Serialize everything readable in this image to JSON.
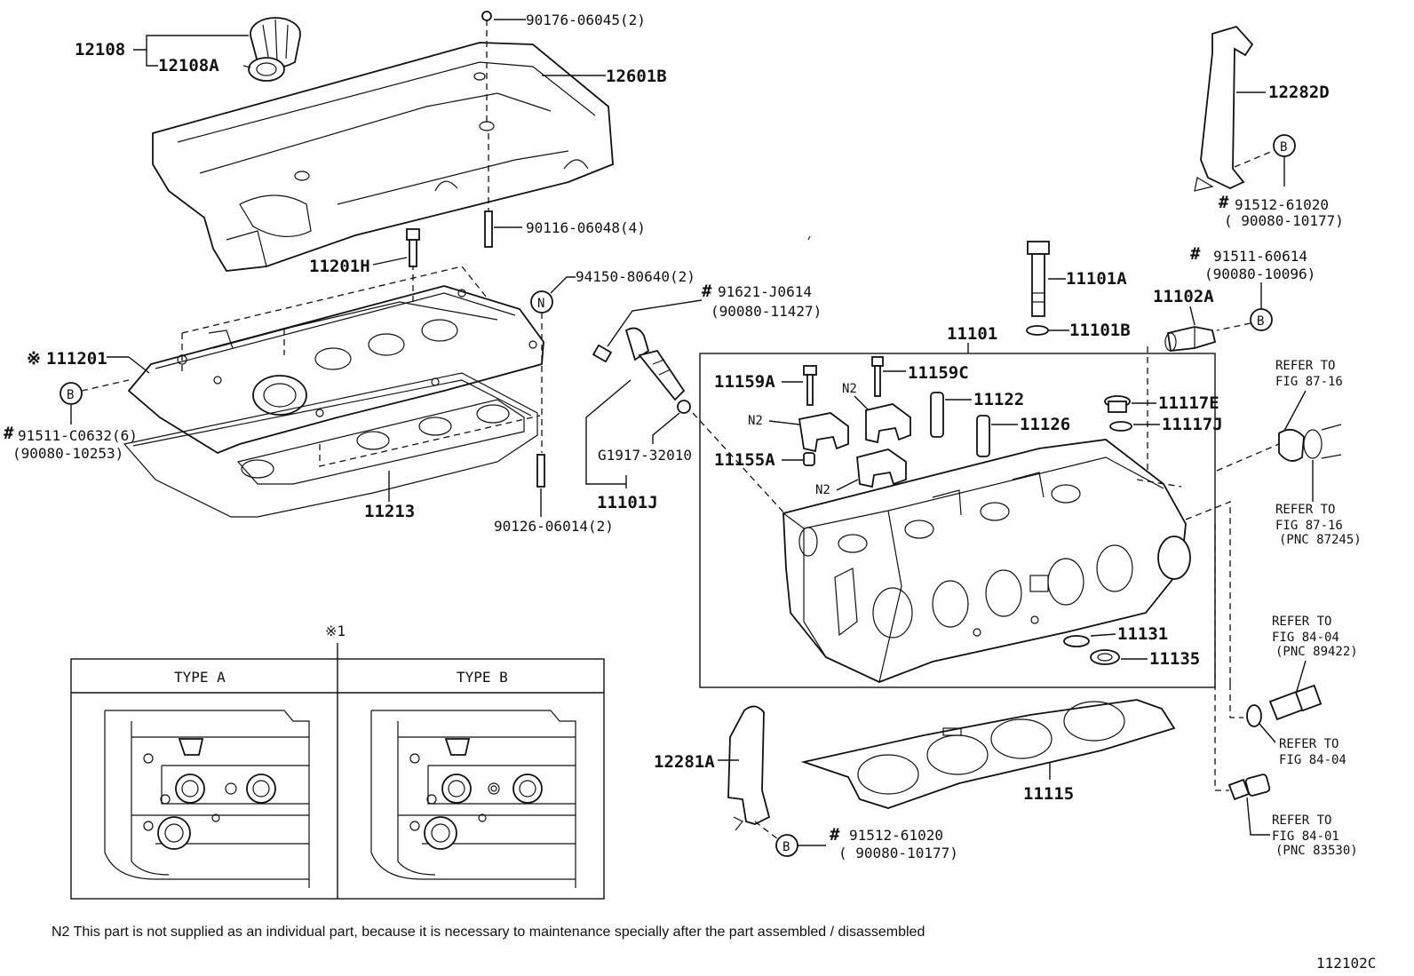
{
  "labels": {
    "p12108": "12108",
    "p12108A": "12108A",
    "p90176": "90176-06045(2)",
    "p12601B": "12601B",
    "p12282D": "12282D",
    "p90116": "90116-06048(4)",
    "p11201H": "11201H",
    "p94150": "94150-80640(2)",
    "p91621": "91621-J0614",
    "p91621sub": "(90080-11427)",
    "p111201": "111201",
    "p91511C": "91511-C0632(6)",
    "p91511Csub": "(90080-10253)",
    "p11213": "11213",
    "pG1917": "G1917-32010",
    "p11101J": "11101J",
    "p90126": "90126-06014(2)",
    "p91512a": "91512-61020",
    "p91512asub": "( 90080-10177)",
    "p91511b": "91511-60614",
    "p91511bsub": "(90080-10096)",
    "p11102A": "11102A",
    "p11101A": "11101A",
    "p11101B": "11101B",
    "p11101": "11101",
    "p11159A": "11159A",
    "p11159C": "11159C",
    "p11122": "11122",
    "p11126": "11126",
    "p11117E": "11117E",
    "p11117J": "11117J",
    "p11155A": "11155A",
    "p11131": "11131",
    "p11135": "11135",
    "p12281A": "12281A",
    "p11115": "11115",
    "p91512b": "91512-61020",
    "p91512bsub": "( 90080-10177)",
    "hash": "#",
    "n2": "N2",
    "circleB": "B",
    "circleN": "N",
    "asterisk": "※",
    "star1": "※1"
  },
  "refs": {
    "r1a": "REFER TO",
    "r1b": "FIG 87-16",
    "r2a": "REFER TO",
    "r2b": "FIG 87-16",
    "r2c": "(PNC 87245)",
    "r3a": "REFER TO",
    "r3b": "FIG 84-04",
    "r3c": "(PNC 89422)",
    "r4a": "REFER TO",
    "r4b": "FIG 84-04",
    "r5a": "REFER TO",
    "r5b": "FIG 84-01",
    "r5c": "(PNC 83530)"
  },
  "inset": {
    "type_a": "TYPE A",
    "type_b": "TYPE B"
  },
  "footnote": "N2  This part is not supplied as an individual part, because it is necessary to maintenance specially after the part assembled / disassembled",
  "figure_id": "112102C"
}
